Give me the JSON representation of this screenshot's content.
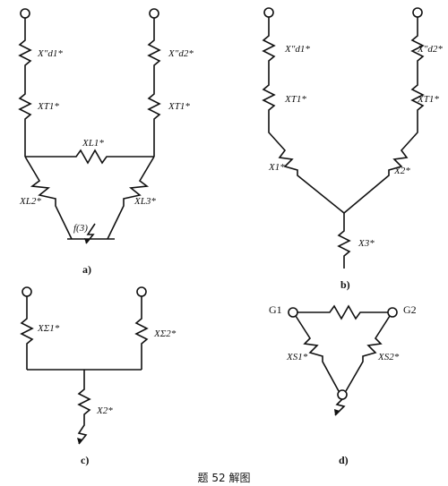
{
  "figure_caption": "题 52 解图",
  "panels": {
    "a": {
      "caption": "a)",
      "labels": {
        "xd1": "X\"d1*",
        "xd2": "X\"d2*",
        "xt1_left": "XT1*",
        "xt1_right": "XT1*",
        "xl1": "XL1*",
        "xl2": "XL2*",
        "xl3": "XL3*",
        "fault": "f(3)"
      }
    },
    "b": {
      "caption": "b)",
      "labels": {
        "xd1": "X\"d1*",
        "xd2": "X\"d2*",
        "xt1_left": "XT1*",
        "xt1_right": "XT1*",
        "x1": "X1*",
        "x2": "X2*",
        "x3": "X3*"
      }
    },
    "c": {
      "caption": "c)",
      "labels": {
        "xs1": "XΣ1*",
        "xs2": "XΣ2*",
        "x2": "X2*"
      }
    },
    "d": {
      "caption": "d)",
      "labels": {
        "g1": "G1",
        "g2": "G2",
        "xs1": "XS1*",
        "xs2": "XS2*"
      }
    }
  }
}
